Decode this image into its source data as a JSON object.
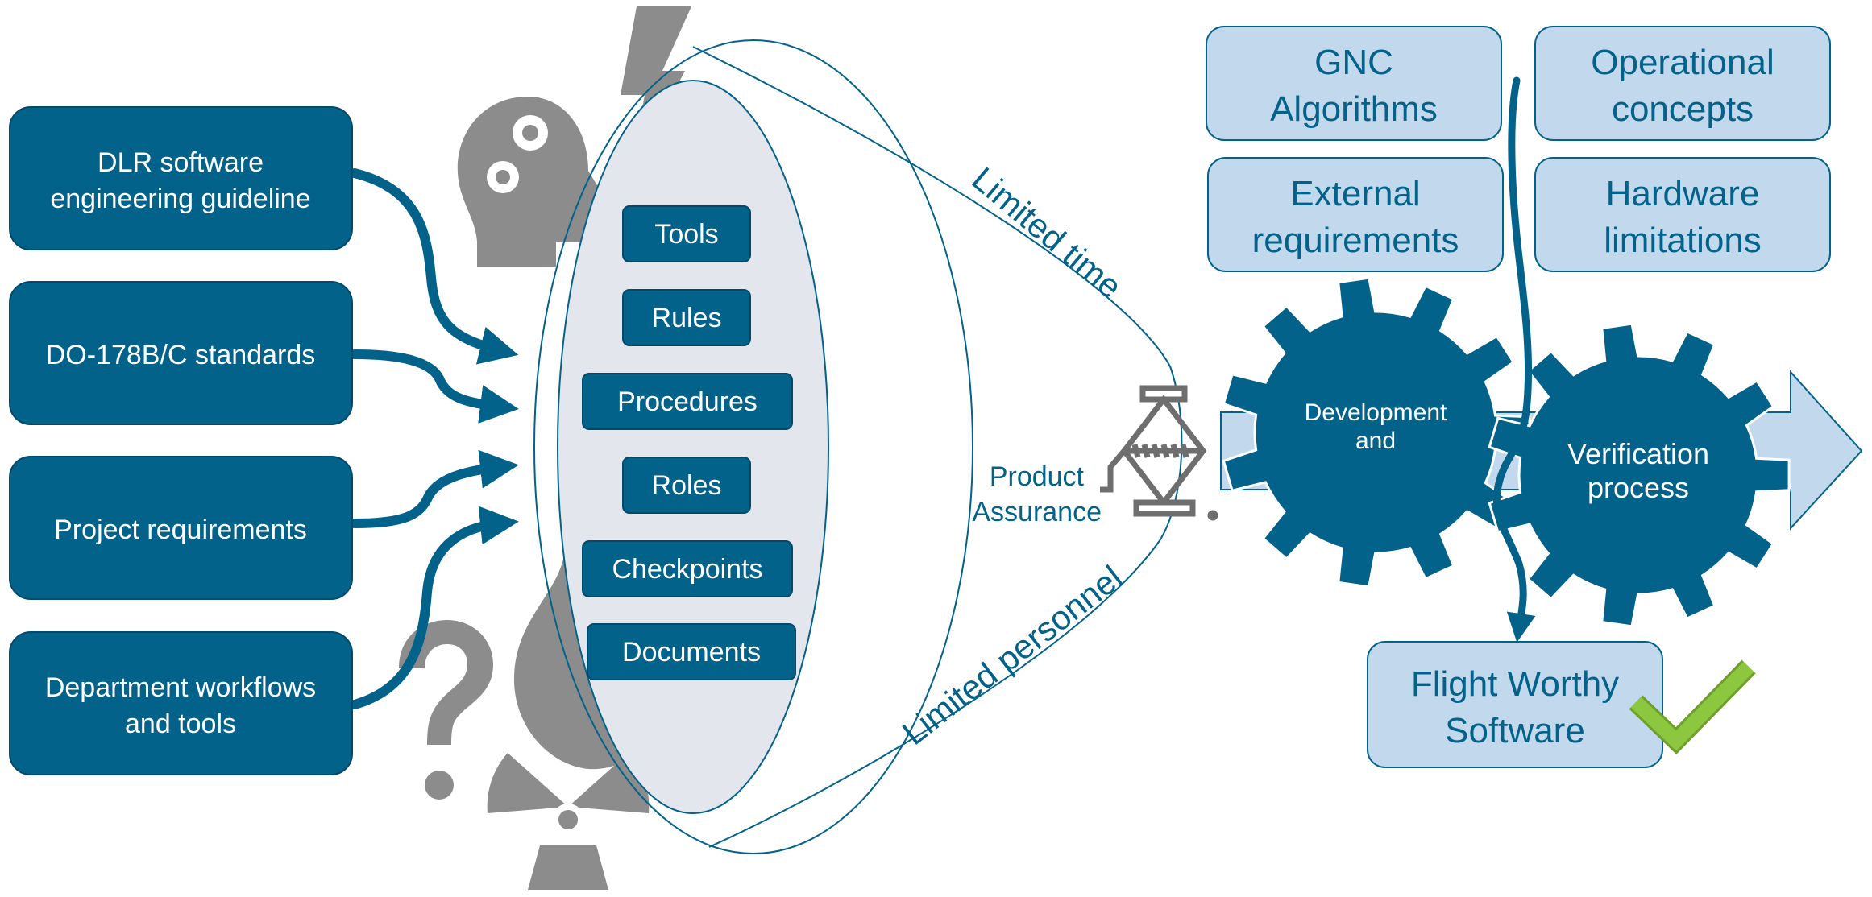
{
  "inputs": [
    {
      "line1": "DLR software",
      "line2": "engineering guideline"
    },
    {
      "line1": "DO-178B/C standards",
      "line2": ""
    },
    {
      "line1": "Project requirements",
      "line2": ""
    },
    {
      "line1": "Department workflows",
      "line2": "and tools"
    }
  ],
  "funnel_items": [
    "Tools",
    "Rules",
    "Procedures",
    "Roles",
    "Checkpoints",
    "Documents"
  ],
  "constraints": {
    "time": "Limited time",
    "personnel": "Limited personnel"
  },
  "product_assurance": {
    "line1": "Product",
    "line2": "Assurance"
  },
  "factors": [
    {
      "line1": "GNC",
      "line2": "Algorithms"
    },
    {
      "line1": "Operational",
      "line2": "concepts"
    },
    {
      "line1": "External",
      "line2": "requirements"
    },
    {
      "line1": "Hardware",
      "line2": "limitations"
    }
  ],
  "gears": {
    "development": {
      "line1": "Development",
      "line2": "and"
    },
    "verification": {
      "line1": "Verification",
      "line2": "process"
    }
  },
  "output": {
    "line1": "Flight Worthy",
    "line2": "Software"
  },
  "colors": {
    "dark_blue": "#03628A",
    "light_blue": "#C2D8EC",
    "gray": "#8C8C8C",
    "funnel_fill": "#E3E6EC",
    "check_green": "#8DC63F"
  },
  "icons": [
    "lightning-icon",
    "thinking-head-icon",
    "fire-icon",
    "question-mark-icon",
    "radiation-icon",
    "jack-icon",
    "checkmark-icon"
  ]
}
